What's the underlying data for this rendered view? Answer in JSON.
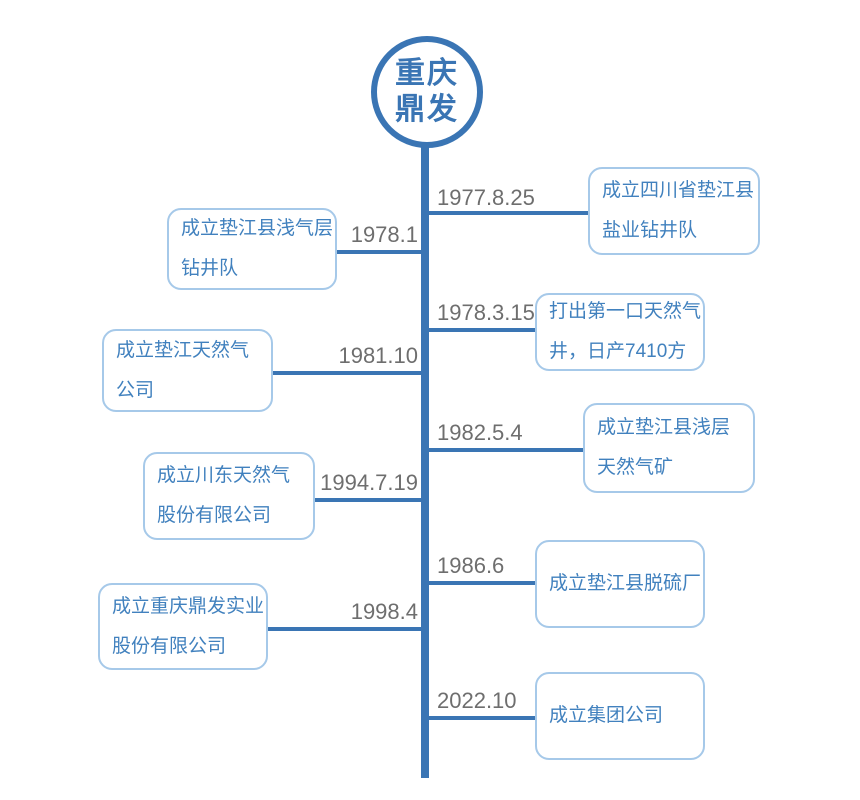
{
  "header": {
    "company_line1": "重庆",
    "company_line2": "鼎发"
  },
  "colors": {
    "primary_blue": "#3A75B4",
    "box_border_blue": "#A6C9E9",
    "box_text_blue": "#4181BE",
    "date_gray": "#6E6E6E",
    "background": "#FFFFFF"
  },
  "events": [
    {
      "side": "right",
      "date": "1977.8.25",
      "lines": [
        "成立四川省垫江县",
        "盐业钻井队"
      ]
    },
    {
      "side": "left",
      "date": "1978.1",
      "lines": [
        "成立垫江县浅气层",
        "钻井队"
      ]
    },
    {
      "side": "right",
      "date": "1978.3.15",
      "lines": [
        "打出第一口天然气",
        "井，日产7410方"
      ]
    },
    {
      "side": "left",
      "date": "1981.10",
      "lines": [
        "成立垫江天然气",
        "公司"
      ]
    },
    {
      "side": "right",
      "date": "1982.5.4",
      "lines": [
        "成立垫江县浅层",
        "天然气矿"
      ]
    },
    {
      "side": "left",
      "date": "1994.7.19",
      "lines": [
        "成立川东天然气",
        "股份有限公司"
      ]
    },
    {
      "side": "right",
      "date": "1986.6",
      "lines": [
        "成立垫江县脱硫厂"
      ]
    },
    {
      "side": "left",
      "date": "1998.4",
      "lines": [
        "成立重庆鼎发实业",
        "股份有限公司"
      ]
    },
    {
      "side": "right",
      "date": "2022.10",
      "lines": [
        "成立集团公司"
      ]
    }
  ]
}
